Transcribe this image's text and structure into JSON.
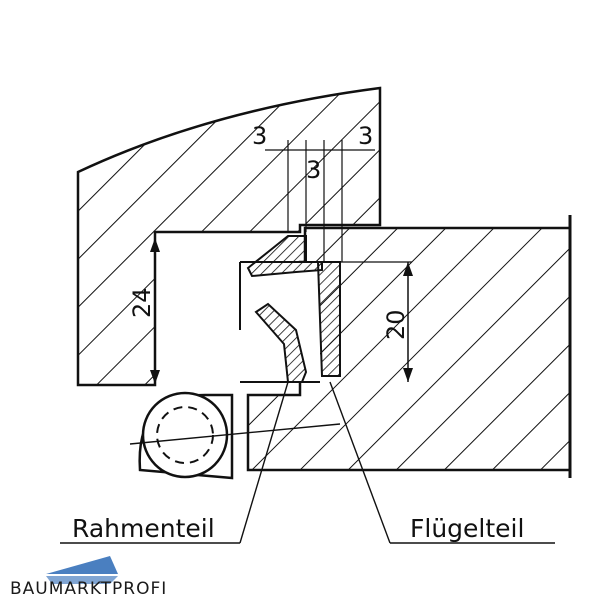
{
  "drawing": {
    "dimensions": {
      "gap_left": "3",
      "gap_middle": "3",
      "gap_right": "3",
      "frame_height": "24",
      "sash_height": "20"
    },
    "labels": {
      "frame_part": "Rahmenteil",
      "sash_part": "Flügelteil"
    }
  },
  "watermark": {
    "text": "BAUMARKTPROFI",
    "color": "#4a7fc0"
  }
}
